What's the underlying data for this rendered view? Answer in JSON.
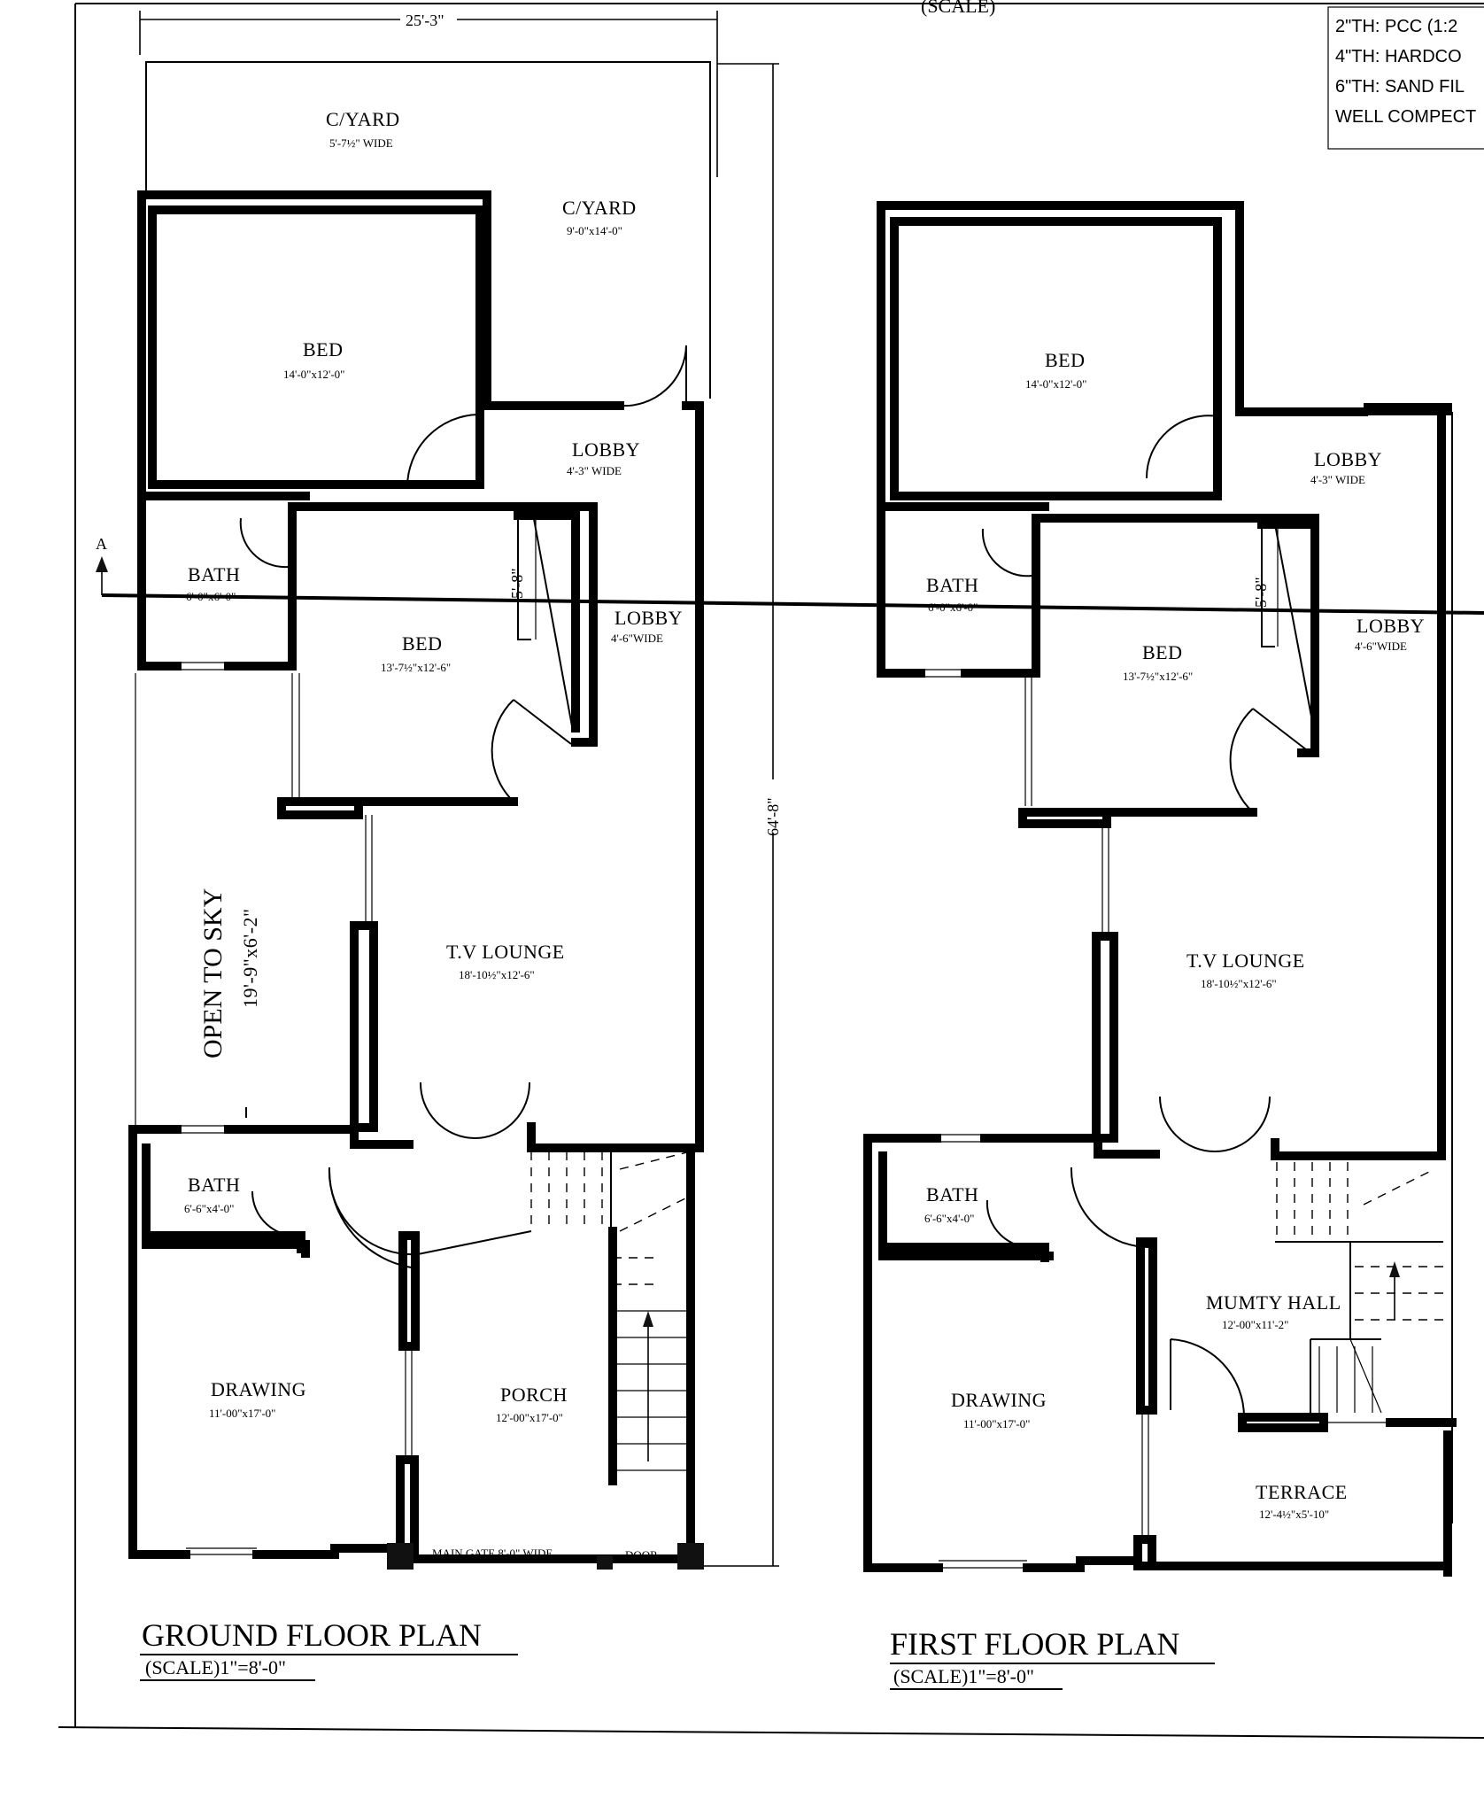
{
  "notes": {
    "items": [
      "2\"TH: PCC (1:2",
      "4\"TH: HARDCO",
      "6\"TH: SAND FIL",
      "WELL COMPECT"
    ],
    "top_cut_label": "(SCALE)"
  },
  "section_marker": "A",
  "dimensions": {
    "width": "25'-3\"",
    "depth": "64'-8\"",
    "gf_stair_width": "5'-8\"",
    "ff_stair_width": "5'-8\""
  },
  "ground_floor": {
    "title": "GROUND FLOOR PLAN",
    "scale": "(SCALE)1\"=8'-0\"",
    "rooms": {
      "cyard_top": {
        "name": "C/YARD",
        "size": "5'-7½\" WIDE"
      },
      "cyard_side": {
        "name": "C/YARD",
        "size": "9'-0\"x14'-0\""
      },
      "bed1": {
        "name": "BED",
        "size": "14'-0\"x12'-0\""
      },
      "lobby1": {
        "name": "LOBBY",
        "size": "4'-3\" WIDE"
      },
      "bath1": {
        "name": "BATH",
        "size": "6'-0\"x6'-0\""
      },
      "lobby2": {
        "name": "LOBBY",
        "size": "4'-6\"WIDE"
      },
      "bed2": {
        "name": "BED",
        "size": "13'-7½\"x12'-6\""
      },
      "open_sky": {
        "name": "OPEN TO SKY",
        "size": "19'-9\"x6'-2\""
      },
      "tv_lounge": {
        "name": "T.V LOUNGE",
        "size": "18'-10½\"x12'-6\""
      },
      "bath2": {
        "name": "BATH",
        "size": "6'-6\"x4'-0\""
      },
      "drawing": {
        "name": "DRAWING",
        "size": "11'-00\"x17'-0\""
      },
      "porch": {
        "name": "PORCH",
        "size": "12'-00\"x17'-0\""
      }
    },
    "main_gate": "MAIN GATE 8'-0\" WIDE",
    "door": "DOOR"
  },
  "first_floor": {
    "title": "FIRST FLOOR PLAN",
    "scale": "(SCALE)1\"=8'-0\"",
    "rooms": {
      "bed1": {
        "name": "BED",
        "size": "14'-0\"x12'-0\""
      },
      "lobby1": {
        "name": "LOBBY",
        "size": "4'-3\" WIDE"
      },
      "bath1": {
        "name": "BATH",
        "size": "6'-0\"x6'-0\""
      },
      "lobby2": {
        "name": "LOBBY",
        "size": "4'-6\"WIDE"
      },
      "bed2": {
        "name": "BED",
        "size": "13'-7½\"x12'-6\""
      },
      "tv_lounge": {
        "name": "T.V LOUNGE",
        "size": "18'-10½\"x12'-6\""
      },
      "bath2": {
        "name": "BATH",
        "size": "6'-6\"x4'-0\""
      },
      "mumty": {
        "name": "MUMTY HALL",
        "size": "12'-00\"x11'-2\""
      },
      "drawing": {
        "name": "DRAWING",
        "size": "11'-00\"x17'-0\""
      },
      "terrace": {
        "name": "TERRACE",
        "size": "12'-4½\"x5'-10\""
      }
    }
  }
}
